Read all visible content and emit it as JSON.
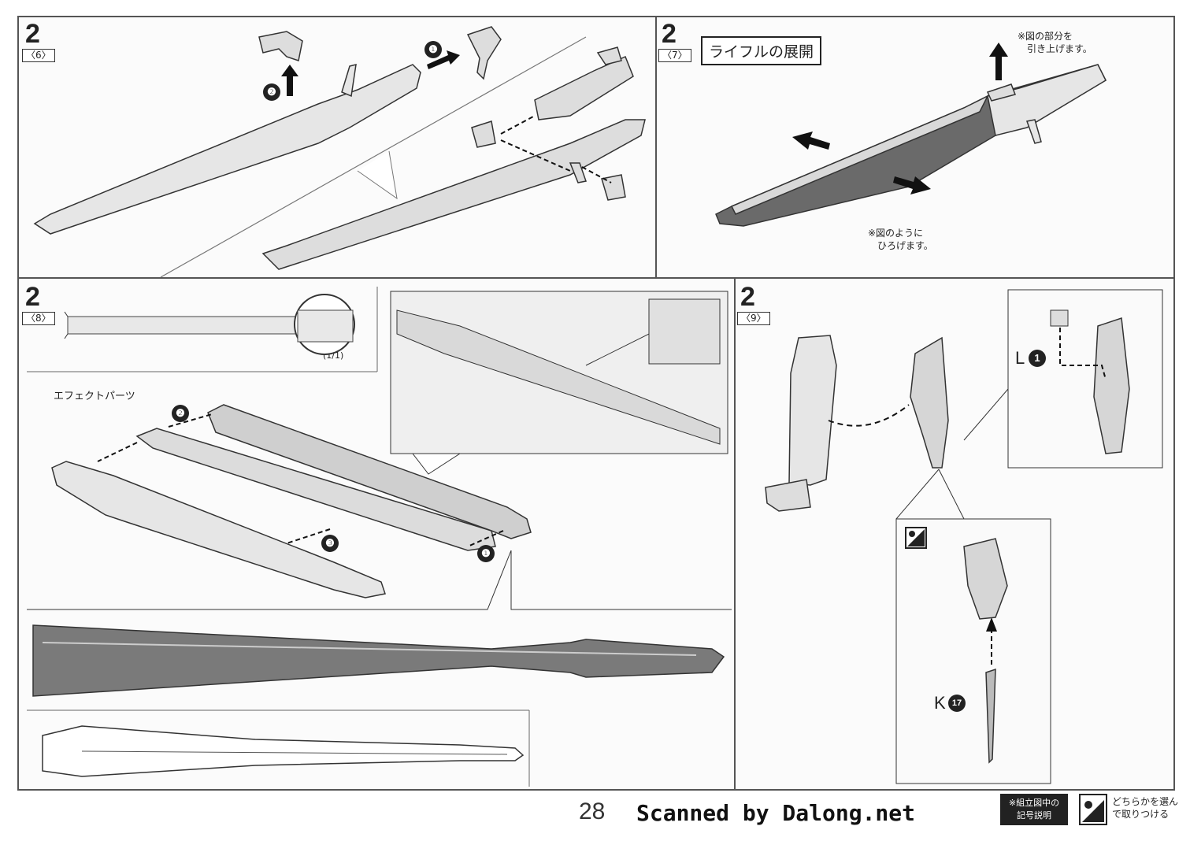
{
  "panels": {
    "p6": {
      "step": "2",
      "sub": "〈6〉",
      "markers": [
        "❶",
        "❷"
      ]
    },
    "p7": {
      "step": "2",
      "sub": "〈7〉",
      "title": "ライフルの展開",
      "note_top_line1": "※図の部分を",
      "note_top_line2": "引き上げます。",
      "note_bottom_line1": "※図のように",
      "note_bottom_line2": "ひろげます。"
    },
    "p8": {
      "step": "2",
      "sub": "〈8〉",
      "scale": "(1/1)",
      "effect_label": "エフェクトパーツ",
      "markers": [
        "❷",
        "❸",
        "❶"
      ]
    },
    "p9": {
      "step": "2",
      "sub": "〈9〉",
      "part_l_letter": "L",
      "part_l_num": "1",
      "part_k_letter": "K",
      "part_k_num": "17"
    }
  },
  "footer": {
    "page_number": "28",
    "credit": "Scanned by Dalong.net",
    "legend_label_line1": "※組立図中の",
    "legend_label_line2": "記号説明",
    "legend_desc_line1": "どちらかを選ん",
    "legend_desc_line2": "で取りつける"
  }
}
